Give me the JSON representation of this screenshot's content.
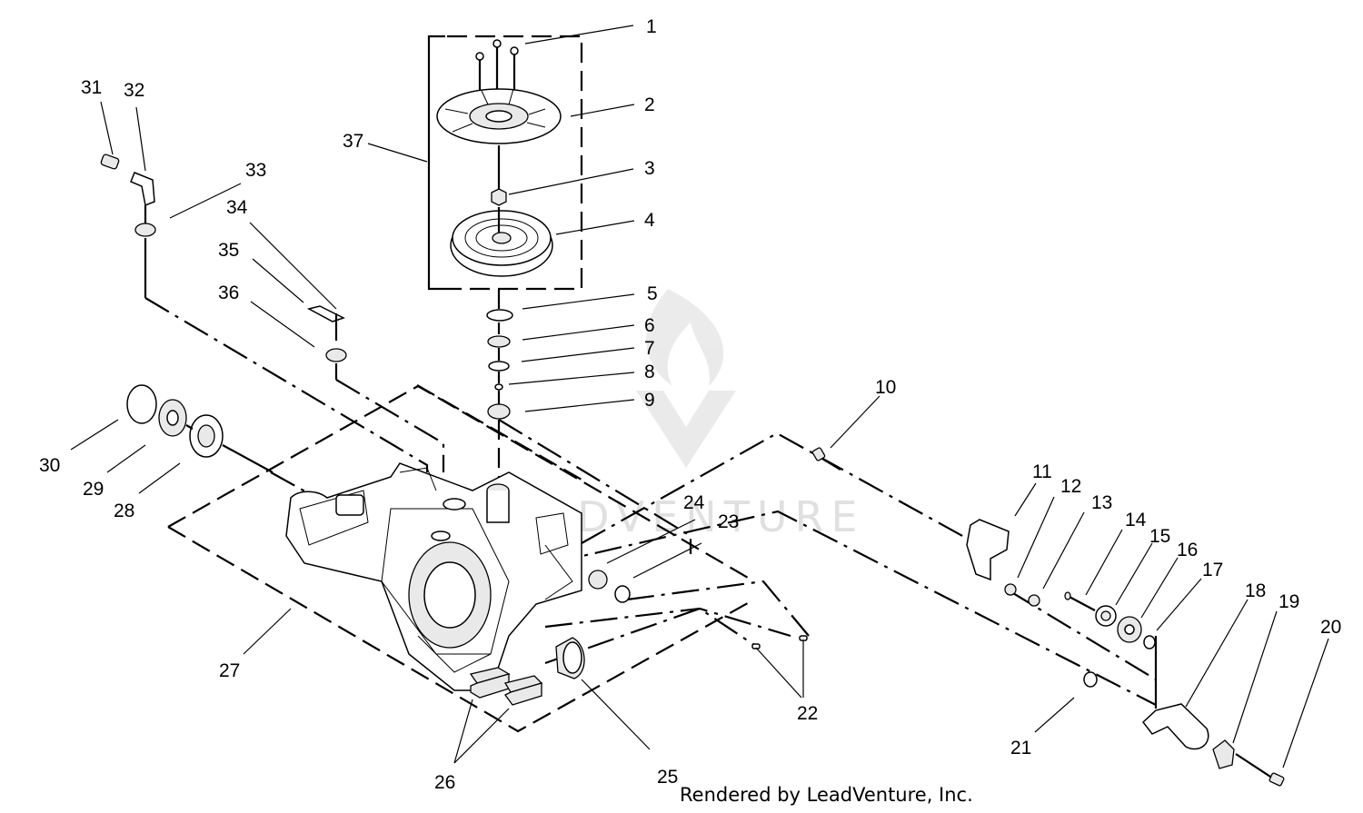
{
  "callouts": [
    {
      "id": "1",
      "label": "1"
    },
    {
      "id": "2",
      "label": "2"
    },
    {
      "id": "3",
      "label": "3"
    },
    {
      "id": "4",
      "label": "4"
    },
    {
      "id": "5",
      "label": "5"
    },
    {
      "id": "6",
      "label": "6"
    },
    {
      "id": "7",
      "label": "7"
    },
    {
      "id": "8",
      "label": "8"
    },
    {
      "id": "9",
      "label": "9"
    },
    {
      "id": "10",
      "label": "10"
    },
    {
      "id": "11",
      "label": "11"
    },
    {
      "id": "12",
      "label": "12"
    },
    {
      "id": "13",
      "label": "13"
    },
    {
      "id": "14",
      "label": "14"
    },
    {
      "id": "15",
      "label": "15"
    },
    {
      "id": "16",
      "label": "16"
    },
    {
      "id": "17",
      "label": "17"
    },
    {
      "id": "18",
      "label": "18"
    },
    {
      "id": "19",
      "label": "19"
    },
    {
      "id": "20",
      "label": "20"
    },
    {
      "id": "21",
      "label": "21"
    },
    {
      "id": "22",
      "label": "22"
    },
    {
      "id": "23",
      "label": "23"
    },
    {
      "id": "24",
      "label": "24"
    },
    {
      "id": "25",
      "label": "25"
    },
    {
      "id": "26",
      "label": "26"
    },
    {
      "id": "27",
      "label": "27"
    },
    {
      "id": "28",
      "label": "28"
    },
    {
      "id": "29",
      "label": "29"
    },
    {
      "id": "30",
      "label": "30"
    },
    {
      "id": "31",
      "label": "31"
    },
    {
      "id": "32",
      "label": "32"
    },
    {
      "id": "33",
      "label": "33"
    },
    {
      "id": "34",
      "label": "34"
    },
    {
      "id": "35",
      "label": "35"
    },
    {
      "id": "36",
      "label": "36"
    },
    {
      "id": "37",
      "label": "37"
    }
  ],
  "credit": "Rendered by LeadVenture, Inc.",
  "watermark": "LEADVENTURE",
  "colors": {
    "ink": "#000000",
    "watermark": "#d9d9d9",
    "background": "#ffffff"
  }
}
